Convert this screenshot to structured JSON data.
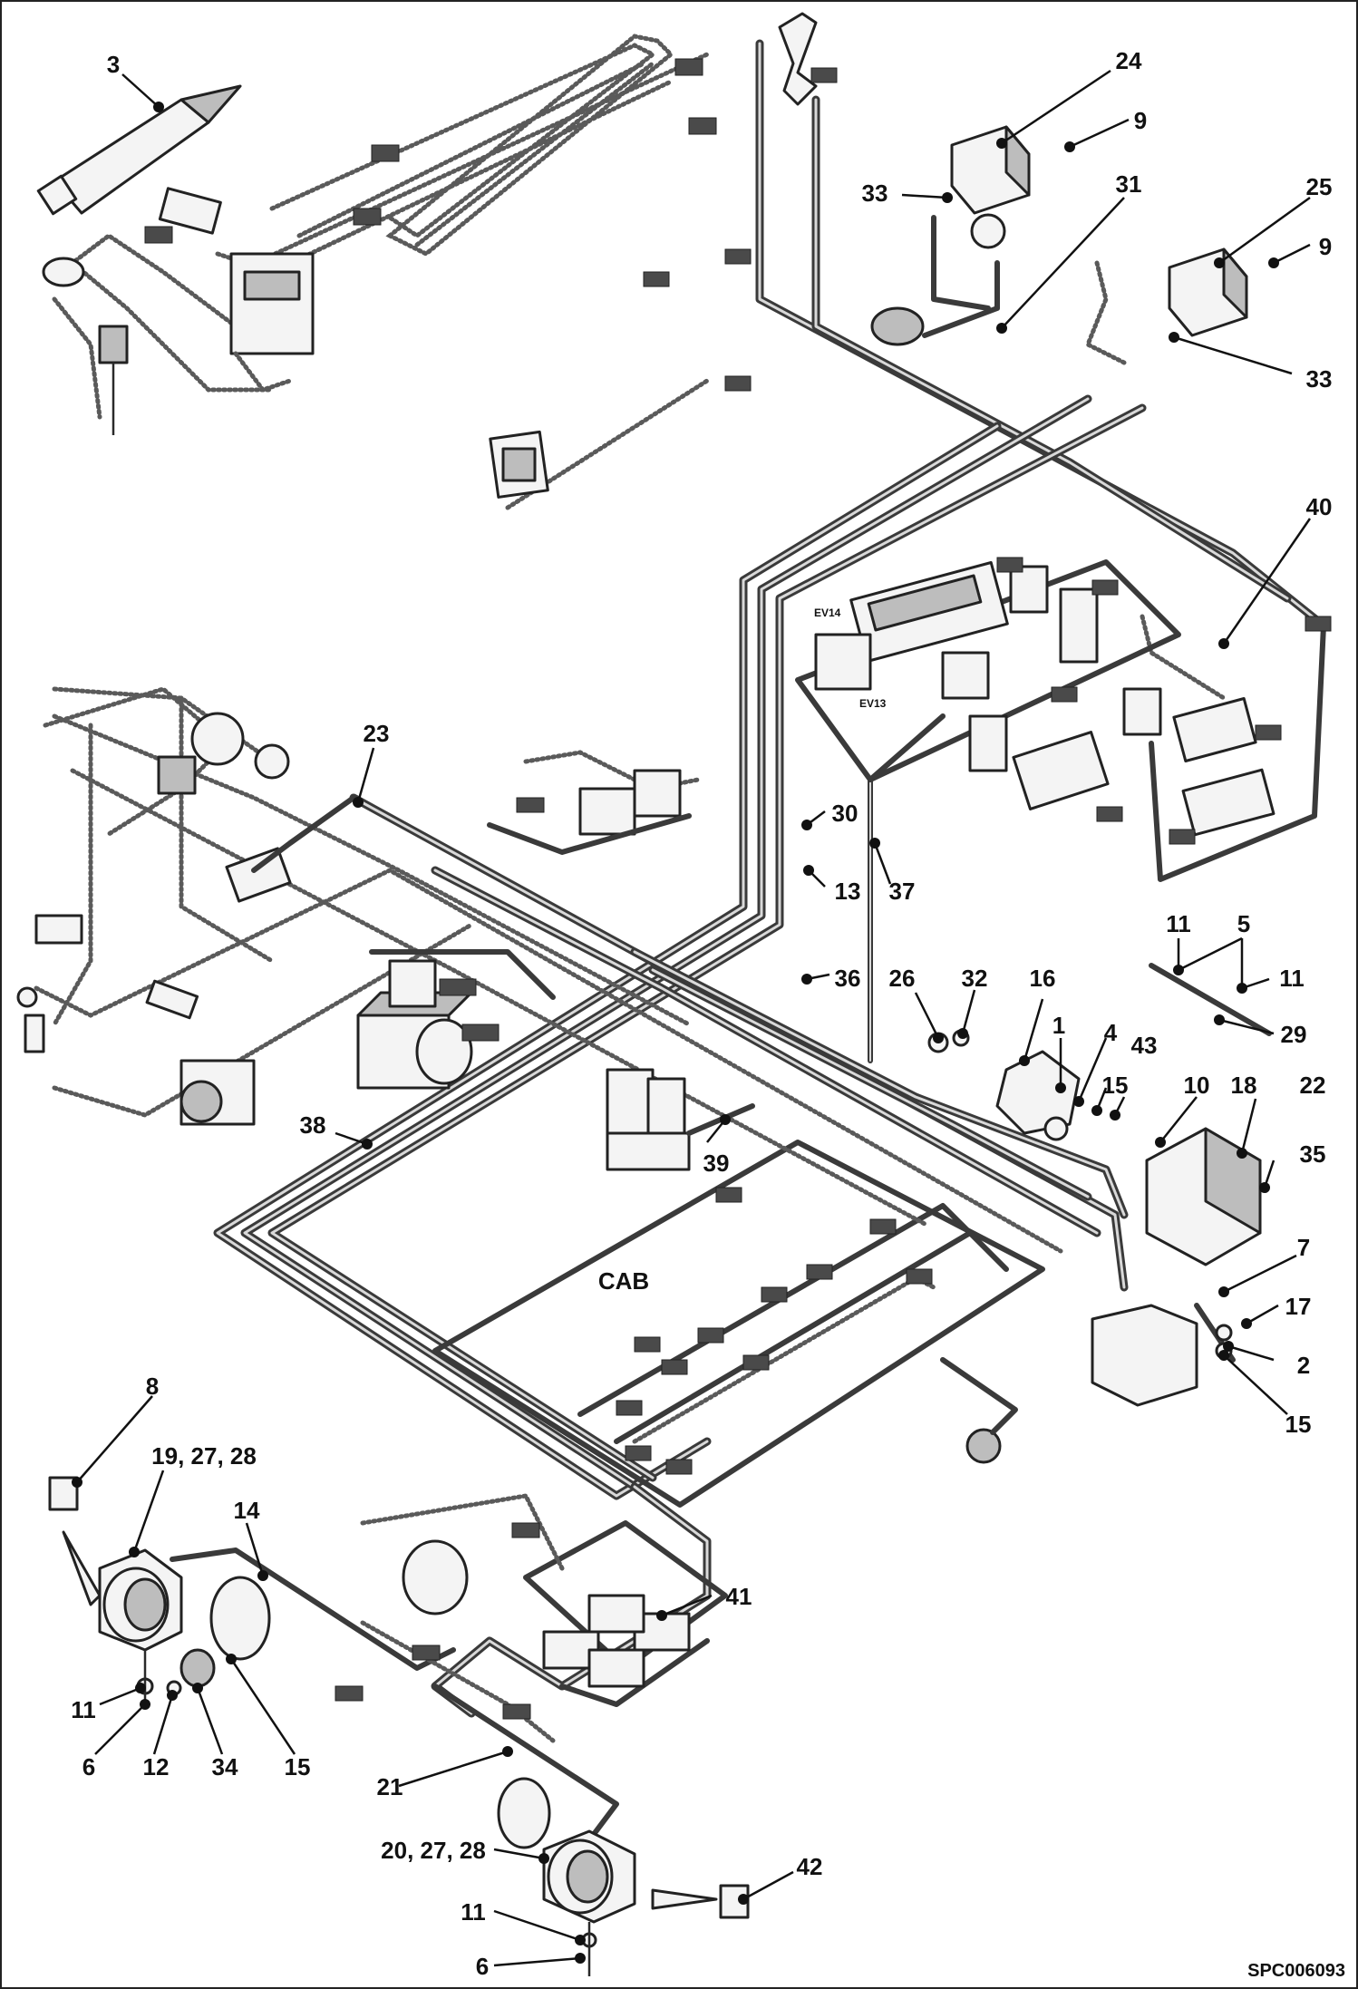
{
  "diagram": {
    "area_label": "CAB",
    "reference_code": "SPC006093",
    "component_labels": [
      "EV14",
      "EV13"
    ],
    "callouts": [
      {
        "id": "c3",
        "number": "3"
      },
      {
        "id": "c24",
        "number": "24"
      },
      {
        "id": "c9a",
        "number": "9"
      },
      {
        "id": "c33a",
        "number": "33"
      },
      {
        "id": "c31",
        "number": "31"
      },
      {
        "id": "c25",
        "number": "25"
      },
      {
        "id": "c9b",
        "number": "9"
      },
      {
        "id": "c33b",
        "number": "33"
      },
      {
        "id": "c40",
        "number": "40"
      },
      {
        "id": "c23",
        "number": "23"
      },
      {
        "id": "c30",
        "number": "30"
      },
      {
        "id": "c13",
        "number": "13"
      },
      {
        "id": "c37",
        "number": "37"
      },
      {
        "id": "c11a",
        "number": "11"
      },
      {
        "id": "c5",
        "number": "5"
      },
      {
        "id": "c11b",
        "number": "11"
      },
      {
        "id": "c29",
        "number": "29"
      },
      {
        "id": "c36",
        "number": "36"
      },
      {
        "id": "c26",
        "number": "26"
      },
      {
        "id": "c32",
        "number": "32"
      },
      {
        "id": "c16",
        "number": "16"
      },
      {
        "id": "c1",
        "number": "1"
      },
      {
        "id": "c4",
        "number": "4"
      },
      {
        "id": "c43",
        "number": "43"
      },
      {
        "id": "c15a",
        "number": "15"
      },
      {
        "id": "c10",
        "number": "10"
      },
      {
        "id": "c18",
        "number": "18"
      },
      {
        "id": "c22",
        "number": "22"
      },
      {
        "id": "c35",
        "number": "35"
      },
      {
        "id": "c38",
        "number": "38"
      },
      {
        "id": "c39",
        "number": "39"
      },
      {
        "id": "c7",
        "number": "7"
      },
      {
        "id": "c17",
        "number": "17"
      },
      {
        "id": "c2",
        "number": "2"
      },
      {
        "id": "c15b",
        "number": "15"
      },
      {
        "id": "c8",
        "number": "8"
      },
      {
        "id": "c19",
        "number": "19, 27, 28"
      },
      {
        "id": "c14",
        "number": "14"
      },
      {
        "id": "c41",
        "number": "41"
      },
      {
        "id": "c11c",
        "number": "11"
      },
      {
        "id": "c6a",
        "number": "6"
      },
      {
        "id": "c12",
        "number": "12"
      },
      {
        "id": "c34",
        "number": "34"
      },
      {
        "id": "c15c",
        "number": "15"
      },
      {
        "id": "c21",
        "number": "21"
      },
      {
        "id": "c20",
        "number": "20, 27, 28"
      },
      {
        "id": "c42",
        "number": "42"
      },
      {
        "id": "c11d",
        "number": "11"
      },
      {
        "id": "c6b",
        "number": "6"
      }
    ]
  }
}
